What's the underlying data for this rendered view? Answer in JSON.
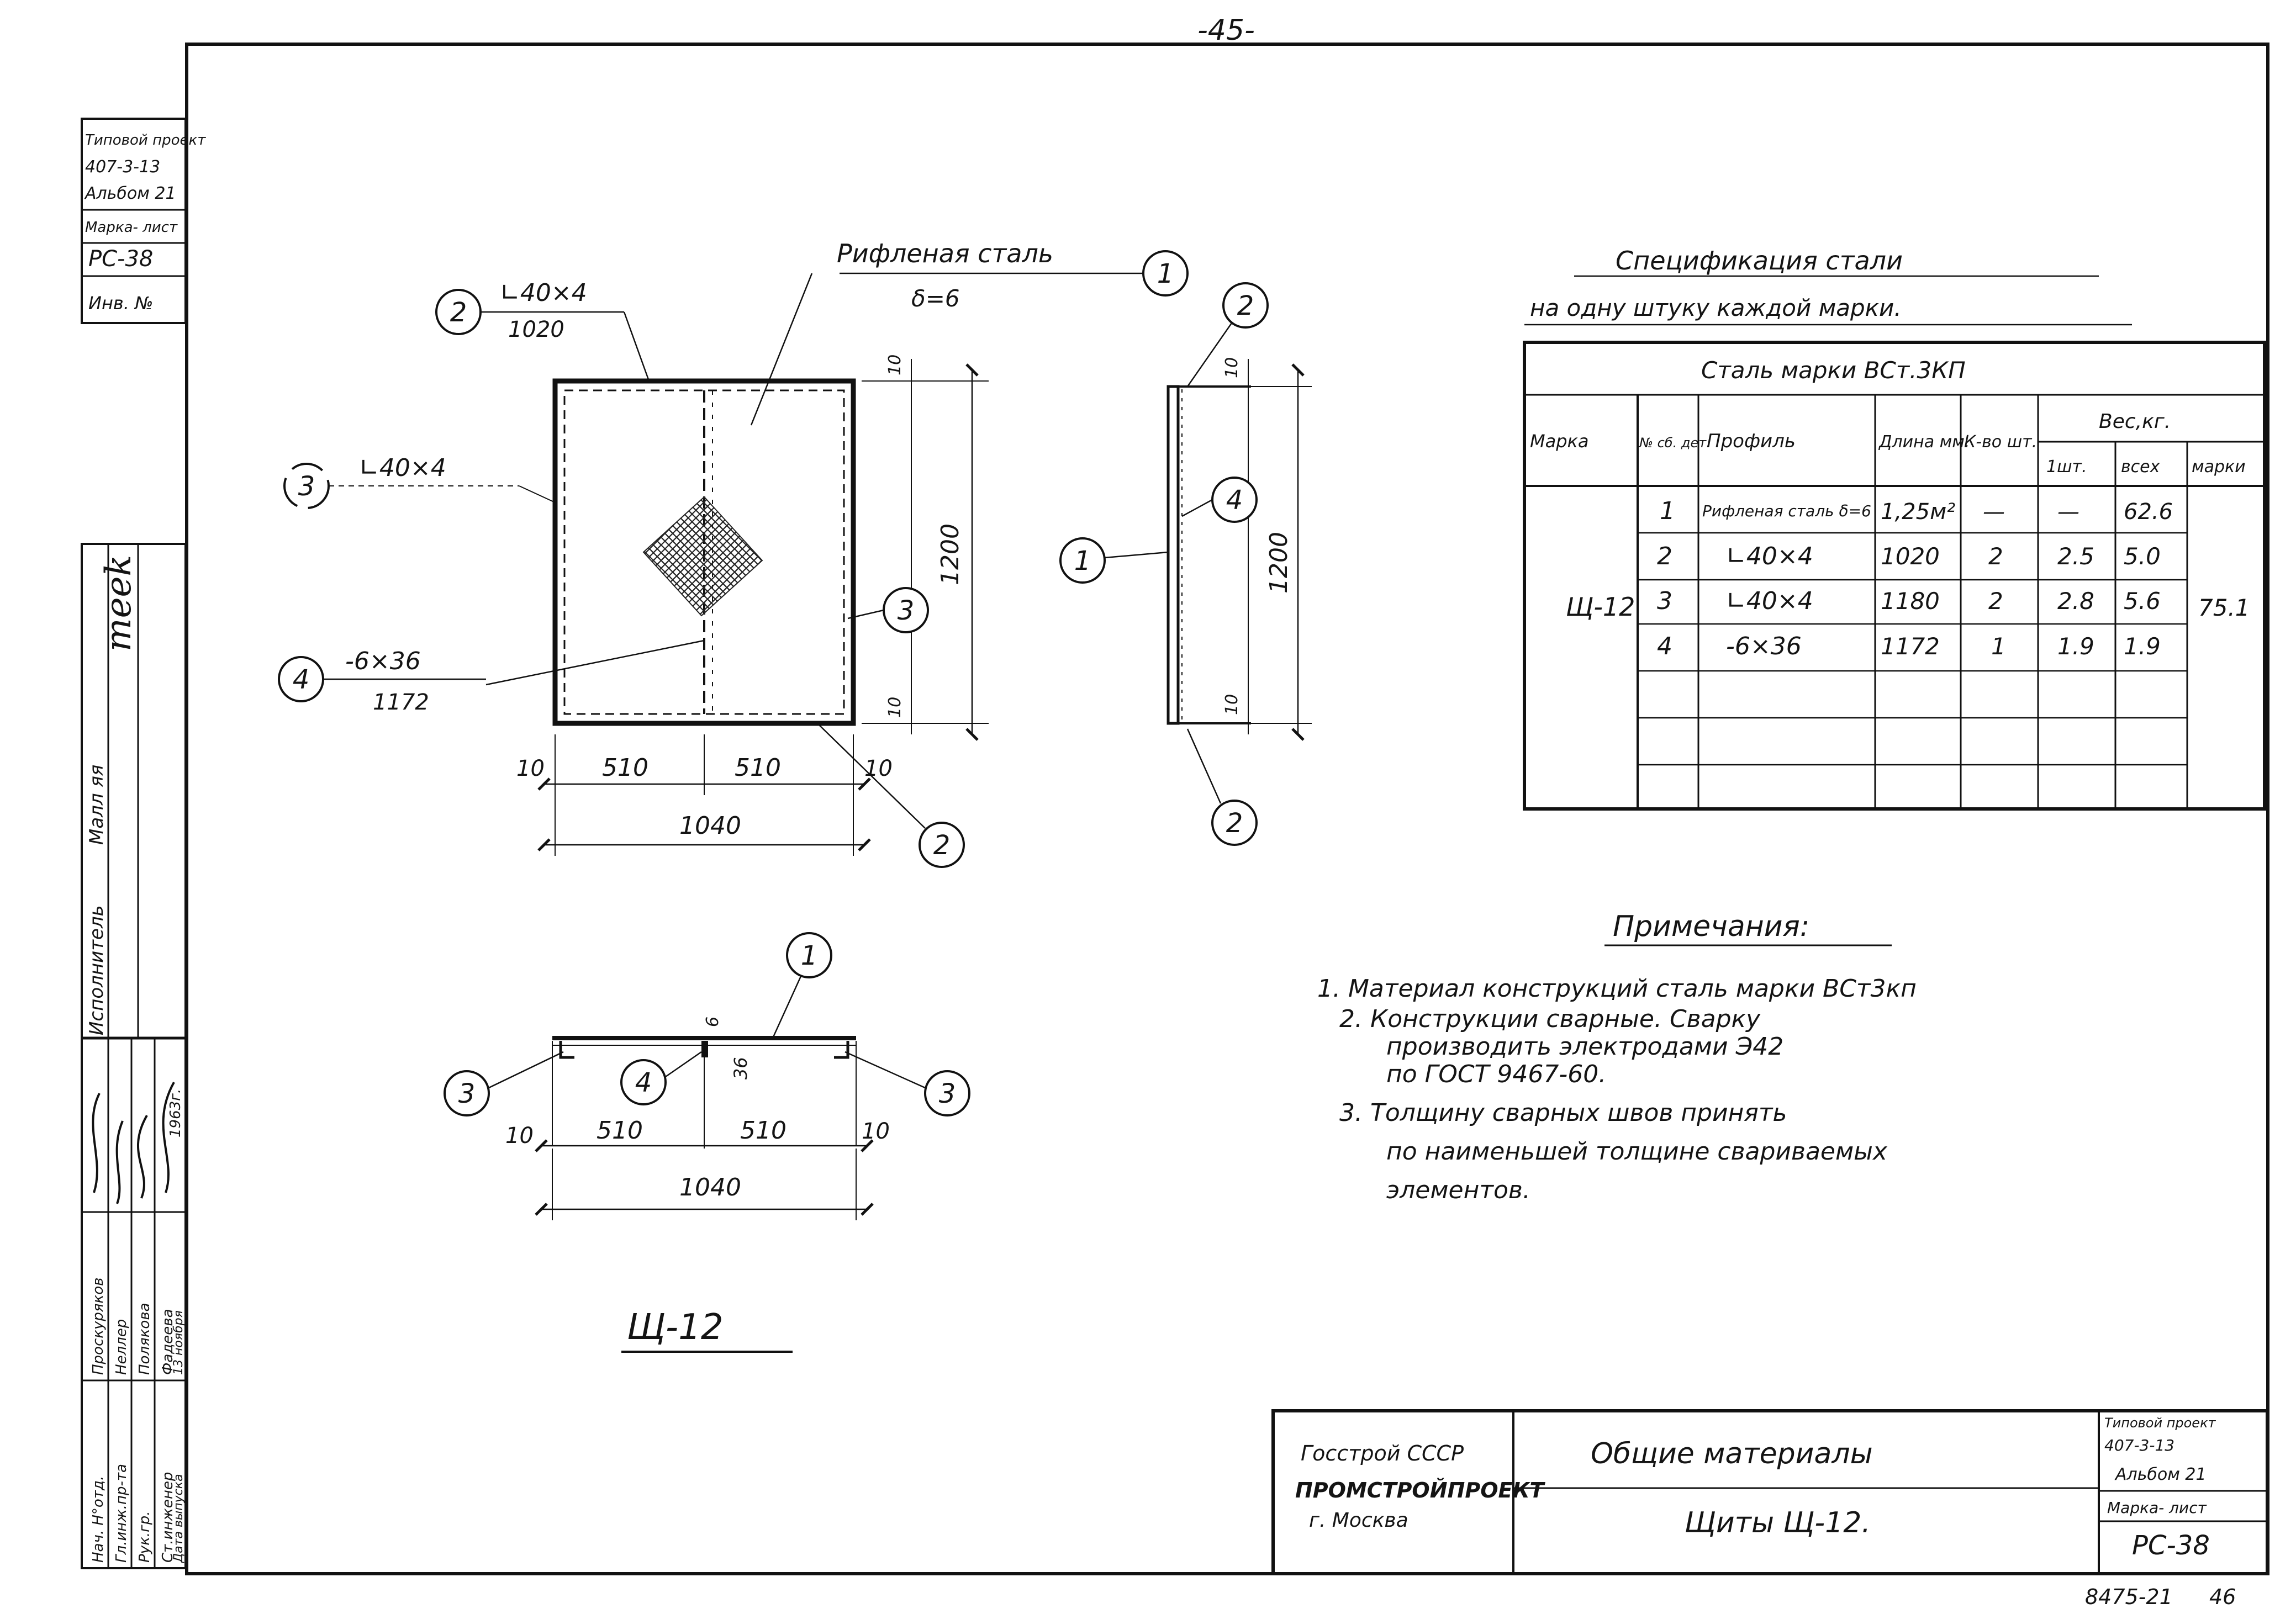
{
  "page": {
    "page_number": "-45-",
    "drawing_title": "Щ-12",
    "footer_code": "8475-21",
    "footer_num": "46"
  },
  "side_stamp": {
    "project_line1": "Типовой проект",
    "project_line2": "407-3-13",
    "album": "Альбом 21",
    "mark_sheet_label": "Марка- лист",
    "mark_sheet_value": "РС-38",
    "inv_label": "Инв. №",
    "executor_label": "Исполнитель",
    "executor_name": "Малл яя",
    "roles": [
      "Нач. Н°отд.",
      "Гл.инж.пр-та",
      "Рук.гр.",
      "Ст.инженер",
      "Дата выпуска"
    ],
    "names": [
      "Проскуряков",
      "Неллер",
      "Полякова",
      "Фадеева",
      "13 ноября"
    ],
    "year": "1963г."
  },
  "plan_view": {
    "callout_2_profile": "∟40×4",
    "callout_2_length": "1020",
    "plate_label": "Рифленая сталь",
    "plate_thickness": "δ=6",
    "callout_3_profile": "∟40×4",
    "callout_4_profile": "-6×36",
    "callout_4_length": "1172",
    "dim_height": "1200",
    "dim_half_left": "510",
    "dim_half_right": "510",
    "dim_total": "1040",
    "dim_edge_left": "10",
    "dim_edge_right": "10",
    "dim_top": "10",
    "dim_bottom": "10"
  },
  "side_view": {
    "dim_height": "1200",
    "dim_top": "10",
    "dim_bottom": "10"
  },
  "section_view": {
    "dim_half_left": "510",
    "dim_half_right": "510",
    "dim_total": "1040",
    "dim_edge_left": "10",
    "dim_edge_right": "10",
    "dim_strip": "36",
    "dim_plate": "6"
  },
  "spec": {
    "title": "Спецификация стали",
    "subtitle": "на одну штуку каждой марки.",
    "steel_grade": "Сталь марки ВСт.3КП",
    "headers": {
      "mark": "Марка",
      "part_no": "№ сб. дет.",
      "profile": "Профиль",
      "length": "Длина мм.",
      "qty": "К-во шт.",
      "weight": "Вес,кг.",
      "w_unit": "1шт.",
      "w_total": "всех",
      "w_mark": "марки"
    },
    "mark_value": "Щ-12",
    "mark_weight": "75.1",
    "rows": [
      {
        "no": "1",
        "profile": "Рифленая сталь δ=6",
        "length": "1,25м²",
        "qty": "—",
        "unit": "—",
        "total": "62.6"
      },
      {
        "no": "2",
        "profile": "∟40×4",
        "length": "1020",
        "qty": "2",
        "unit": "2.5",
        "total": "5.0"
      },
      {
        "no": "3",
        "profile": "∟40×4",
        "length": "1180",
        "qty": "2",
        "unit": "2.8",
        "total": "5.6"
      },
      {
        "no": "4",
        "profile": "-6×36",
        "length": "1172",
        "qty": "1",
        "unit": "1.9",
        "total": "1.9"
      }
    ]
  },
  "notes": {
    "title": "Примечания:",
    "lines": [
      "1. Материал конструкций сталь марки ВСт3кп",
      "2. Конструкции сварные. Сварку",
      "производить электродами Э42",
      "по ГОСТ 9467-60.",
      "3. Толщину сварных швов принять",
      "по наименьшей толщине свариваемых",
      "элементов."
    ]
  },
  "title_block": {
    "org_line1": "Госстрой СССР",
    "org_line2": "ПРОМСТРОЙПРОЕКТ",
    "org_line3": "г. Москва",
    "title": "Общие материалы",
    "subtitle": "Щиты Щ-12.",
    "project_line1": "Типовой проект",
    "project_line2": "407-3-13",
    "album": "Альбом 21",
    "mark_sheet_label": "Марка- лист",
    "mark_sheet_value": "РС-38"
  }
}
